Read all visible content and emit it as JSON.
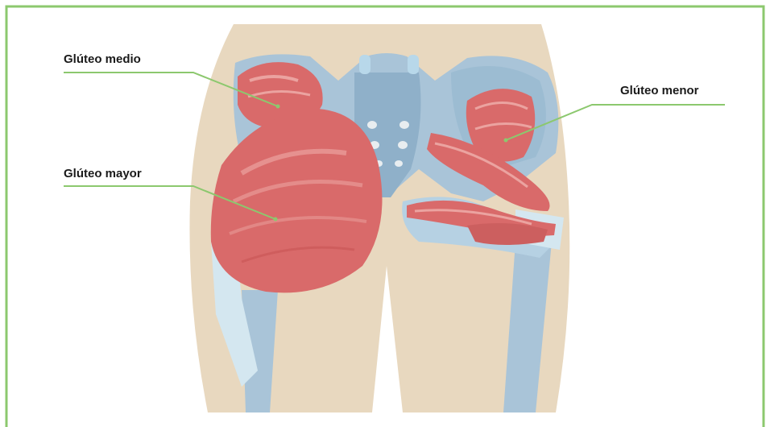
{
  "labels": {
    "gluteus_medius": "Glúteo medio",
    "gluteus_maximus": "Glúteo mayor",
    "gluteus_minimus": "Glúteo menor"
  },
  "colors": {
    "border": "#8cc86e",
    "leader_line": "#8cc86e",
    "skin": "#e8d8bf",
    "bone": "#a9c4d8",
    "bone_dark": "#7f9fb9",
    "muscle": "#d96a6a",
    "muscle_light": "#eba3a0",
    "tendon": "#d4e7f0"
  }
}
